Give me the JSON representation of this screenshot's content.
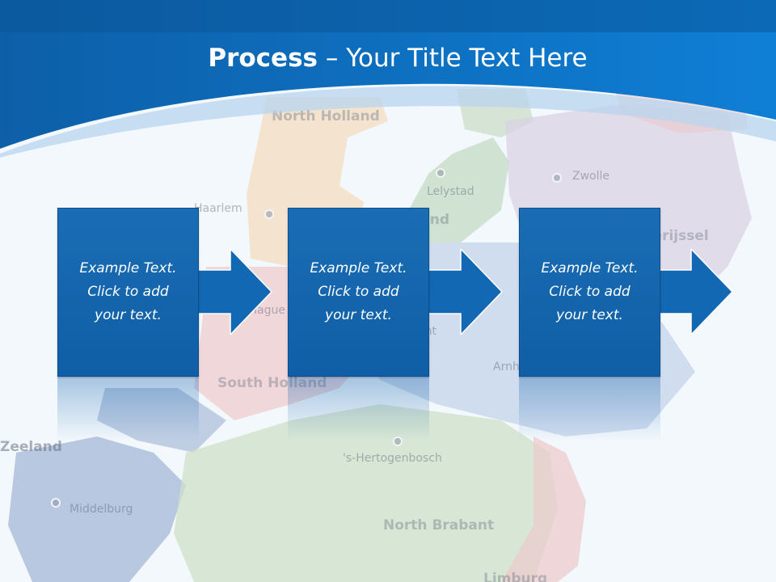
{
  "title": {
    "bold": "Process",
    "rest": " – Your Title Text Here"
  },
  "steps": [
    {
      "lines": [
        "Example Text.",
        "Click  to add",
        "your text."
      ]
    },
    {
      "lines": [
        "Example Text.",
        "Click  to add",
        "your text."
      ]
    },
    {
      "lines": [
        "Example Text.",
        "Click  to add",
        "your text."
      ]
    }
  ],
  "map": {
    "regions": [
      "North Holland",
      "South Holland",
      "Zeeland",
      "North Brabant",
      "Overijssel",
      "Flevoland",
      "Limburg"
    ],
    "cities": [
      "Haarlem",
      "Lelystad",
      "Zwolle",
      "'s-Hertogenbosch",
      "Middelburg",
      "The Hague",
      "Utrecht",
      "Arnhem"
    ]
  },
  "colors": {
    "header_blue": "#0c6cc0",
    "box_blue": "#1265ad",
    "text_white": "#ffffff"
  }
}
